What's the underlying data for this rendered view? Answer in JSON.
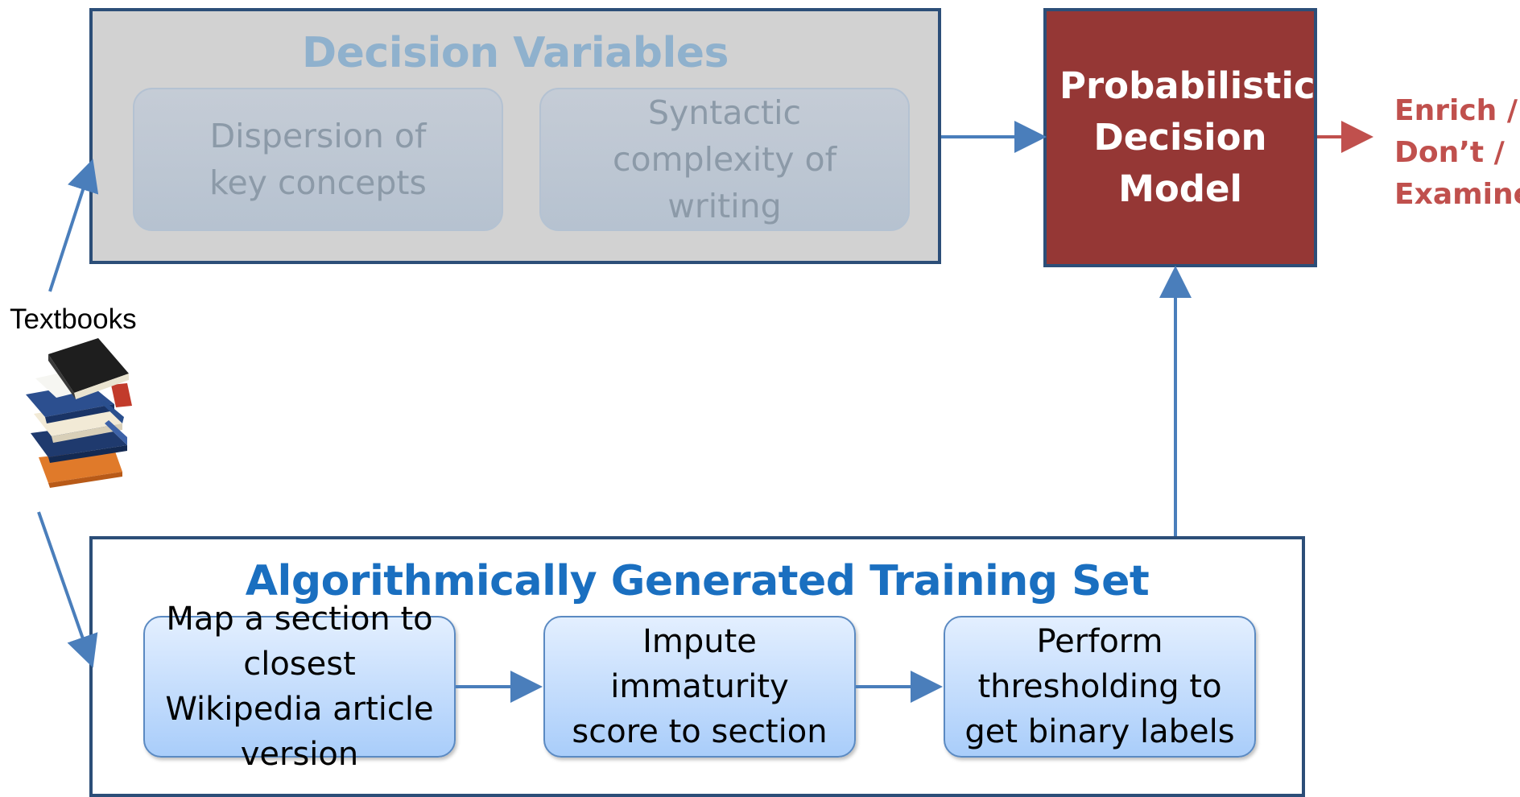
{
  "decision_variables": {
    "title": "Decision Variables",
    "items": [
      {
        "label": "Dispersion of key concepts"
      },
      {
        "label": "Syntactic complexity of writing"
      }
    ]
  },
  "model": {
    "label": "Probabilistic Decision Model"
  },
  "output": {
    "label": "Enrich /\nDon’t /\nExamine"
  },
  "textbooks": {
    "label": "Textbooks"
  },
  "training_set": {
    "title": "Algorithmically Generated Training Set",
    "steps": [
      {
        "label": "Map a section to closest Wikipedia article version"
      },
      {
        "label": "Impute immaturity score to section"
      },
      {
        "label": "Perform thresholding to get binary labels"
      }
    ]
  },
  "colors": {
    "panel_border": "#2c4e78",
    "model_fill": "#953735",
    "output_text": "#c0504d",
    "training_title": "#1a6fc0",
    "decision_title": "#8fb1cd",
    "arrow": "#4a7ebb"
  }
}
